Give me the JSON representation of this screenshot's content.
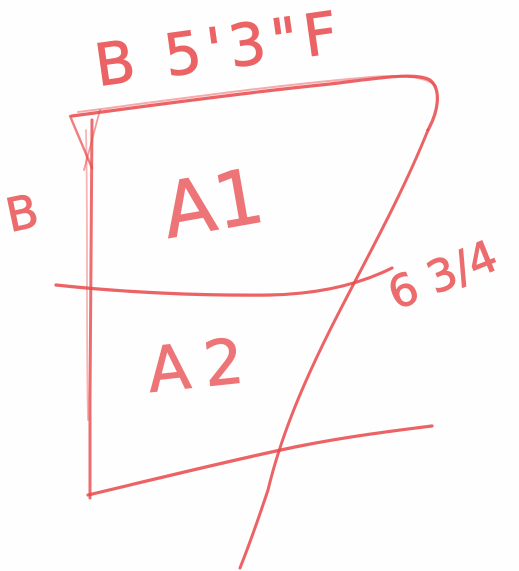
{
  "sketch": {
    "ink_color": "#e8484a",
    "top_label": "B 5'3\"F",
    "left_label": "B",
    "region_top_label": "A1",
    "region_bottom_label": "A2",
    "side_label": "6 3/4"
  }
}
